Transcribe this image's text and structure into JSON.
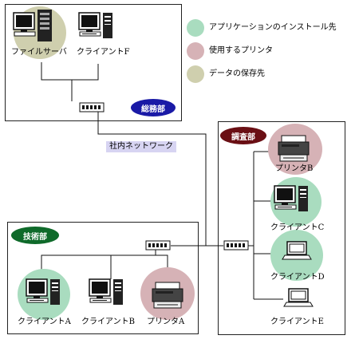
{
  "legend": [
    {
      "label": "アプリケーションのインストール先",
      "color": "#a9dcbf"
    },
    {
      "label": "使用するプリンタ",
      "color": "#d6b2b6"
    },
    {
      "label": "データの保存先",
      "color": "#cfcfae"
    }
  ],
  "departments": {
    "soumu": {
      "label": "総務部",
      "color": "#1a1aa6"
    },
    "chousa": {
      "label": "調査部",
      "color": "#6a0f14"
    },
    "gijutsu": {
      "label": "技術部",
      "color": "#0f6a2a"
    }
  },
  "network_label": "社内ネットワーク",
  "devices": {
    "file_server": "ファイルサーバ",
    "client_f": "クライアントF",
    "printer_b": "プリンタB",
    "client_c": "クライアントC",
    "client_d": "クライアントD",
    "client_e": "クライアントE",
    "client_a": "クライアントA",
    "client_b": "クライアントB",
    "printer_a": "プリンタA"
  }
}
